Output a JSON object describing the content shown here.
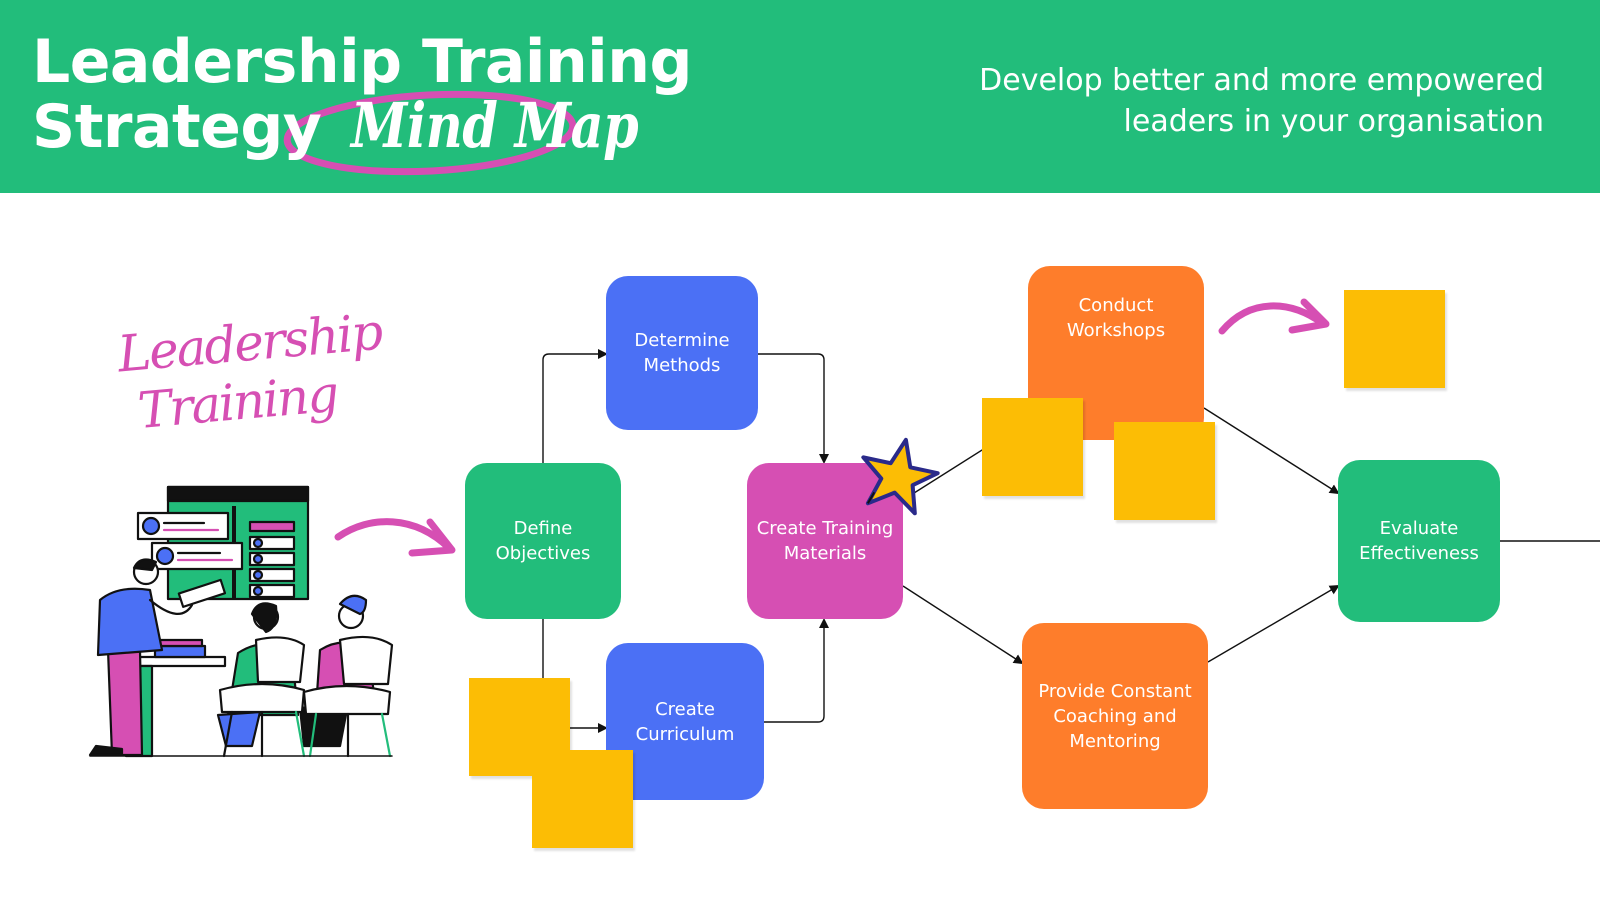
{
  "header": {
    "title_line1": "Leadership Training",
    "title_line2": "Strategy",
    "title_highlight": "Mind Map",
    "subtitle_line1": "Develop better and more empowered",
    "subtitle_line2": "leaders in your organisation",
    "background_color": "#22bd7b",
    "highlight_color": "#d64fb3"
  },
  "side_label": {
    "line1": "Leadership",
    "line2": "Training"
  },
  "nodes": {
    "define_objectives": [
      "Define",
      "Objectives"
    ],
    "determine_methods": [
      "Determine",
      "Methods"
    ],
    "create_curriculum": [
      "Create",
      "Curriculum"
    ],
    "create_training_materials": [
      "Create Training",
      "Materials"
    ],
    "conduct_workshops": [
      "Conduct",
      "Workshops"
    ],
    "provide_coaching": [
      "Provide Constant",
      "Coaching and",
      "Mentoring"
    ],
    "evaluate_effectiveness": [
      "Evaluate",
      "Effectiveness"
    ]
  },
  "colors": {
    "green": "#22bd7b",
    "blue": "#4b70f5",
    "pink": "#d64fb3",
    "orange": "#fe7d2b",
    "sticky_note": "#fcbd05",
    "star": "#fcbd05"
  },
  "icons": [
    "star-icon",
    "curved-arrow-icon",
    "team-meeting-illustration"
  ]
}
